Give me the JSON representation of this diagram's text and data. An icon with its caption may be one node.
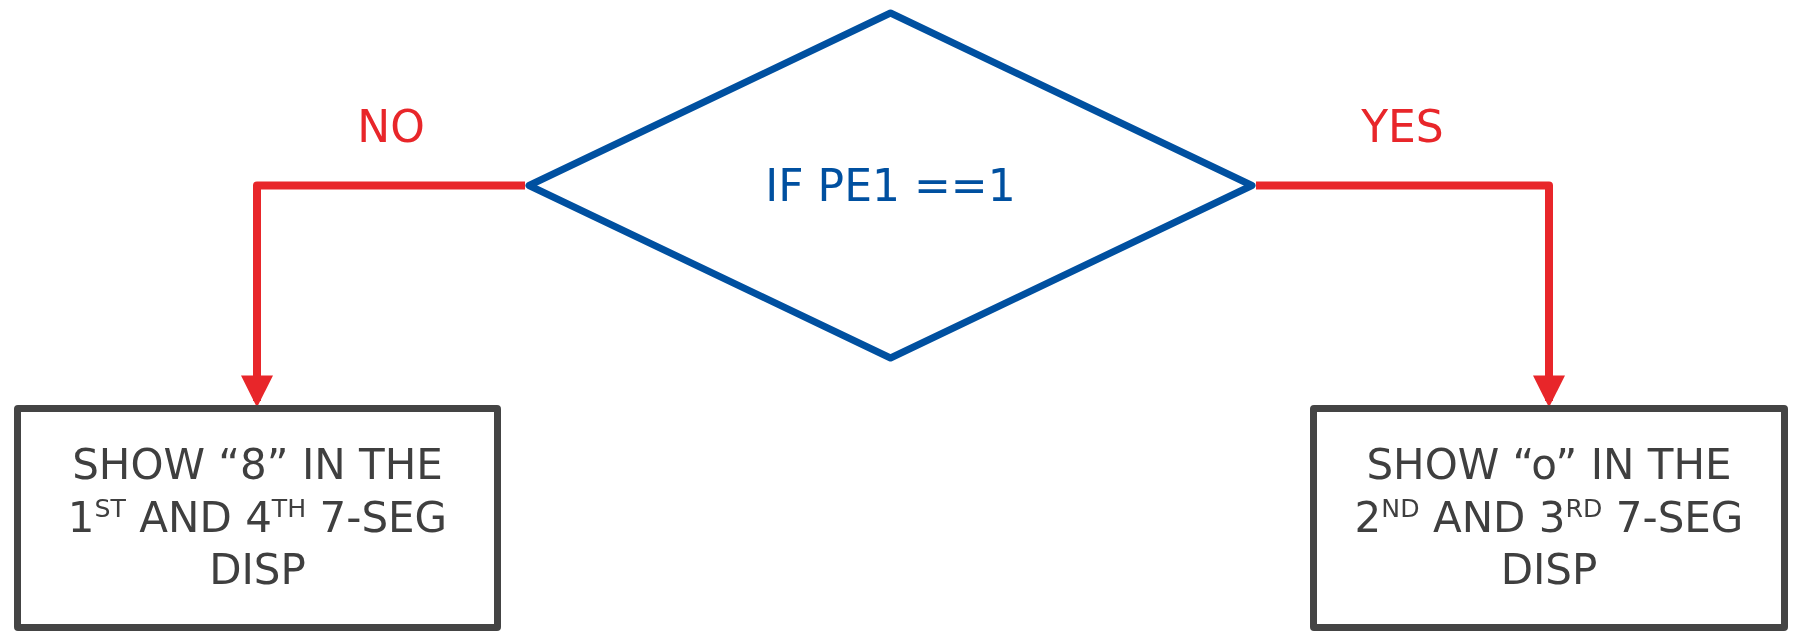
{
  "diagram": {
    "nodes": [
      {
        "text": [
          "IF PE1 ==1"
        ]
      },
      {
        "text": [
          "SHOW “8” IN THE 1$^{ST}$ AND 4$^{TH}$ 7-SEG DISP"
        ]
      },
      {
        "text": [
          "SHOW “o” IN THE 2$^{ND}$ AND 3$^{RD}$ 7-SEG DISP"
        ]
      }
    ],
    "edges": [
      {
        "from": 0,
        "to": 1,
        "arrow": "to",
        "label": "NO"
      },
      {
        "from": 0,
        "to": 2,
        "arrow": "to",
        "label": "YES"
      }
    ]
  }
}
